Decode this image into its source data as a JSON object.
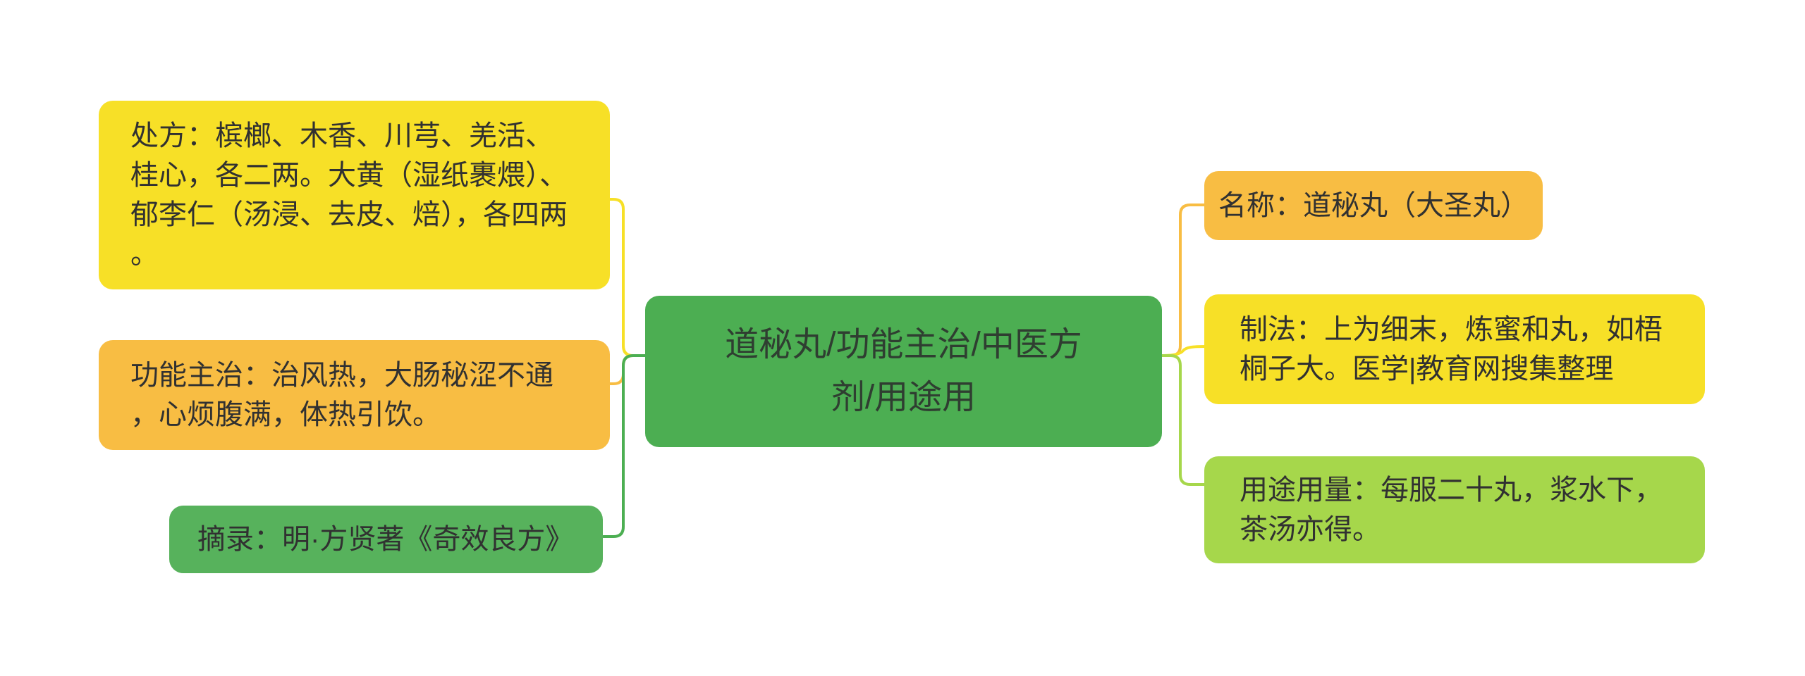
{
  "diagram": {
    "type": "mindmap",
    "root": {
      "label": "道秘丸/功能主治/中医方剂/用途用",
      "color": "#4CAE52",
      "text_color": "#2f3e31"
    },
    "left_nodes": [
      {
        "id": "prescription",
        "label": "处方：槟榔、木香、川芎、羌活、桂心，各二两。大黄（湿纸裹煨）、郁李仁（汤浸、去皮、焙），各四两。",
        "color": "#F7E027"
      },
      {
        "id": "indications",
        "label": "功能主治：治风热，大肠秘涩不通，心烦腹满，体热引饮。",
        "color": "#F8BD43"
      },
      {
        "id": "excerpt",
        "label": "摘录：明·方贤著《奇效良方》",
        "color": "#57B25C"
      }
    ],
    "right_nodes": [
      {
        "id": "name",
        "label": "名称：道秘丸（大圣丸）",
        "color": "#F8BD43"
      },
      {
        "id": "preparation",
        "label": "制法：上为细末，炼蜜和丸，如梧桐子大。医学|教育网搜集整理",
        "color": "#F7E027"
      },
      {
        "id": "dosage",
        "label": "用途用量：每服二十丸，浆水下，茶汤亦得。",
        "color": "#A6D74B"
      }
    ],
    "connectors": {
      "left": [
        {
          "to": "prescription",
          "color": "#F7E027"
        },
        {
          "to": "indications",
          "color": "#F8BD43"
        },
        {
          "to": "excerpt",
          "color": "#4CAF52"
        }
      ],
      "right": [
        {
          "to": "name",
          "color": "#F8BD43"
        },
        {
          "to": "preparation",
          "color": "#F7E027"
        },
        {
          "to": "dosage",
          "color": "#A6D74B"
        }
      ]
    },
    "colors": {
      "background": "#ffffff",
      "text": "#313131"
    }
  }
}
